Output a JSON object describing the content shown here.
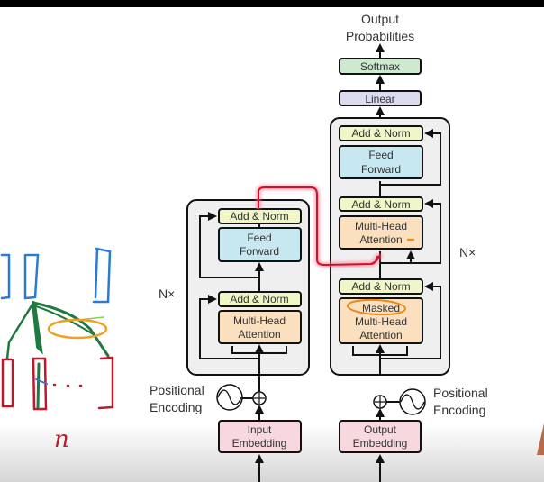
{
  "diagram": {
    "output_label_line1": "Output",
    "output_label_line2": "Probabilities",
    "softmax": "Softmax",
    "linear": "Linear",
    "decoder": {
      "add_norm_3": "Add & Norm",
      "feed_forward_line1": "Feed",
      "feed_forward_line2": "Forward",
      "add_norm_2": "Add & Norm",
      "mha_line1": "Multi-Head",
      "mha_line2": "Attention",
      "add_norm_1": "Add & Norm",
      "masked_line1": "Masked",
      "masked_line2": "Multi-Head",
      "masked_line3": "Attention",
      "repeat": "N×"
    },
    "encoder": {
      "add_norm_2": "Add & Norm",
      "feed_forward_line1": "Feed",
      "feed_forward_line2": "Forward",
      "add_norm_1": "Add & Norm",
      "mha_line1": "Multi-Head",
      "mha_line2": "Attention",
      "repeat": "N×"
    },
    "positional_encoding_left_line1": "Positional",
    "positional_encoding_left_line2": "Encoding",
    "positional_encoding_right_line1": "Positional",
    "positional_encoding_right_line2": "Encoding",
    "input_embedding_line1": "Input",
    "input_embedding_line2": "Embedding",
    "output_embedding_line1": "Output",
    "output_embedding_line2": "Embedding",
    "colors": {
      "add_norm": "#f1f6c9",
      "feed_forward": "#c8e8f1",
      "attention": "#fbe0c0",
      "embedding": "#f6d8de",
      "softmax": "#cdeacf",
      "linear": "#dcdcf0",
      "block_bg": "#efefef",
      "highlight": "#e0143c"
    }
  },
  "annotation": {
    "handwritten_label": "n",
    "colors": {
      "query": "#2a7ad6",
      "attention_lines": "#1e7a3e",
      "tokens": "#c0182b",
      "circle": "#f0a020"
    }
  }
}
